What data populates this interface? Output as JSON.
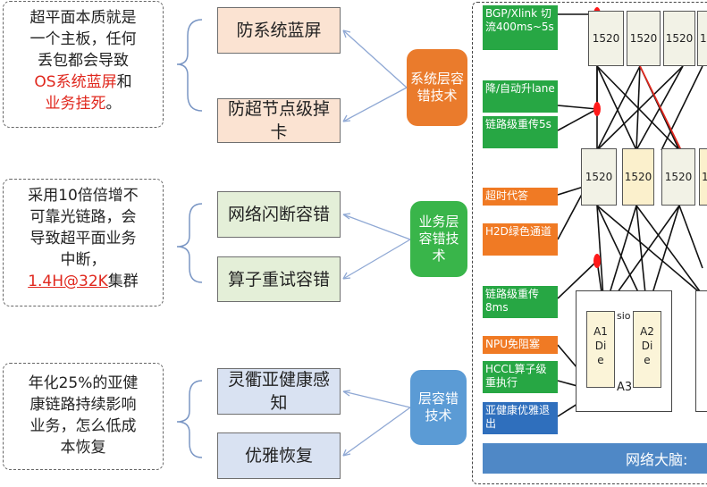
{
  "notes": [
    {
      "lines": [
        [
          {
            "t": "超平面本质就是"
          }
        ],
        [
          {
            "t": "一个主板，任何"
          }
        ],
        [
          {
            "t": "丢包都会导致"
          }
        ],
        [
          {
            "t": "OS系统蓝屏",
            "c": "red"
          },
          {
            "t": "和"
          }
        ],
        [
          {
            "t": "业务挂死",
            "c": "red"
          },
          {
            "t": "。"
          }
        ]
      ]
    },
    {
      "lines": [
        [
          {
            "t": "采用10倍倍增不"
          }
        ],
        [
          {
            "t": "可靠光链路，会"
          }
        ],
        [
          {
            "t": "导致超平面业务"
          }
        ],
        [
          {
            "t": "中断，"
          }
        ],
        [
          {
            "t": "1.4H@32K",
            "c": "red ul"
          },
          {
            "t": "集群"
          }
        ]
      ]
    },
    {
      "lines": [
        [
          {
            "t": "年化25%的亚健"
          }
        ],
        [
          {
            "t": "康链路持续影响"
          }
        ],
        [
          {
            "t": "业务，怎么低成"
          }
        ],
        [
          {
            "t": "本恢复"
          }
        ]
      ]
    }
  ],
  "boxes": {
    "b1": "防系统蓝屏",
    "b2": "防超节点级掉卡",
    "b3": "网络闪断容错",
    "b4": "算子重试容错",
    "b5": "灵衢亚健康感知",
    "b6": "优雅恢复"
  },
  "categories": {
    "c1": "系统层容错技术",
    "c2": "业务层容错技术",
    "c3": "层容错技术"
  },
  "tags": {
    "t1": "BGP/Xlink 切流400ms~5s",
    "t2": "降/自动升lane",
    "t3": "链路级重传5s",
    "t4": "超时代答",
    "t5": "H2D绿色通道",
    "t6": "链路级重传8ms",
    "t7": "NPU免阻塞",
    "t8": "HCCL算子级重执行",
    "t9": "亚健康优雅退出"
  },
  "switches": {
    "label": "1520"
  },
  "dies": {
    "d1": "A1 Di e",
    "d2": "A2 Di e",
    "sio": "sio",
    "a3": "A3"
  },
  "brain": "网络大脑:",
  "colors": {
    "orange": "#ea7b2c",
    "green": "#39b54a",
    "blue": "#5b9bd5",
    "red": "#e0281e"
  }
}
